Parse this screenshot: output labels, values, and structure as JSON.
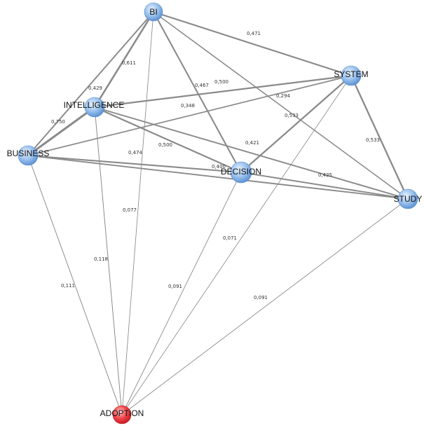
{
  "nodes": [
    {
      "id": "bi",
      "label": "BI",
      "color": "#9cc3ee"
    },
    {
      "id": "system",
      "label": "SYSTEM",
      "color": "#9cc3ee"
    },
    {
      "id": "intelligence",
      "label": "INTELLIGENCE",
      "color": "#9cc3ee"
    },
    {
      "id": "business",
      "label": "BUSINESS",
      "color": "#9cc3ee"
    },
    {
      "id": "decision",
      "label": "DECISION",
      "color": "#9cc3ee"
    },
    {
      "id": "study",
      "label": "STUDY",
      "color": "#9cc3ee"
    },
    {
      "id": "adoption",
      "label": "ADOPTION",
      "color": "#f0454a"
    }
  ],
  "edges": [
    {
      "source": "bi",
      "target": "system",
      "weight": "0,471"
    },
    {
      "source": "bi",
      "target": "intelligence",
      "weight": "0,611"
    },
    {
      "source": "bi",
      "target": "business",
      "weight": "0,429"
    },
    {
      "source": "bi",
      "target": "decision",
      "weight": "0,467"
    },
    {
      "source": "bi",
      "target": "study",
      "weight": "0,294"
    },
    {
      "source": "bi",
      "target": "adoption",
      "weight": "0,077"
    },
    {
      "source": "intelligence",
      "target": "system",
      "weight": "0,500"
    },
    {
      "source": "business",
      "target": "system",
      "weight": "0,348"
    },
    {
      "source": "decision",
      "target": "system",
      "weight": "0,533"
    },
    {
      "source": "system",
      "target": "study",
      "weight": "0,533"
    },
    {
      "source": "business",
      "target": "intelligence",
      "weight": "0,750"
    },
    {
      "source": "intelligence",
      "target": "decision",
      "weight": "0,500"
    },
    {
      "source": "intelligence",
      "target": "study",
      "weight": "0,421"
    },
    {
      "source": "business",
      "target": "decision",
      "weight": "0,474"
    },
    {
      "source": "business",
      "target": "study",
      "weight": "0,400"
    },
    {
      "source": "decision",
      "target": "study",
      "weight": "0,425"
    },
    {
      "source": "system",
      "target": "adoption",
      "weight": "0,071"
    },
    {
      "source": "intelligence",
      "target": "adoption",
      "weight": "0,118"
    },
    {
      "source": "business",
      "target": "adoption",
      "weight": "0,111"
    },
    {
      "source": "decision",
      "target": "adoption",
      "weight": "0,091"
    },
    {
      "source": "study",
      "target": "adoption",
      "weight": "0,091"
    }
  ]
}
